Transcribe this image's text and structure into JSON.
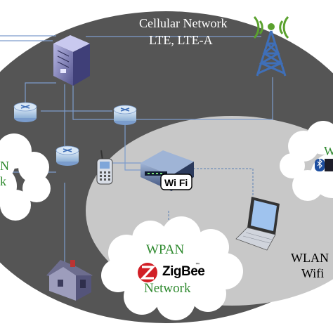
{
  "cellular": {
    "title": "Cellular Network",
    "subtitle": "LTE, LTE-A"
  },
  "wpan": {
    "title": "WPAN",
    "brand": "ZigBee",
    "brand_mark": "™",
    "network": "Network"
  },
  "wlan": {
    "title": "WLAN",
    "subtitle": "Wifi"
  },
  "left_cloud": {
    "line1": "N",
    "line2": "k"
  },
  "right_cloud": {
    "line1": "W"
  },
  "router_badge": {
    "text": "Wi Fi"
  },
  "colors": {
    "dark_ellipse": "#555555",
    "light_ellipse": "#c8c8c8",
    "cloud": "#ffffff",
    "wire": "#6a8fc0",
    "green_text": "#2f8a2f",
    "server": "#7a7ab8",
    "switch": "#b8d0e8"
  }
}
